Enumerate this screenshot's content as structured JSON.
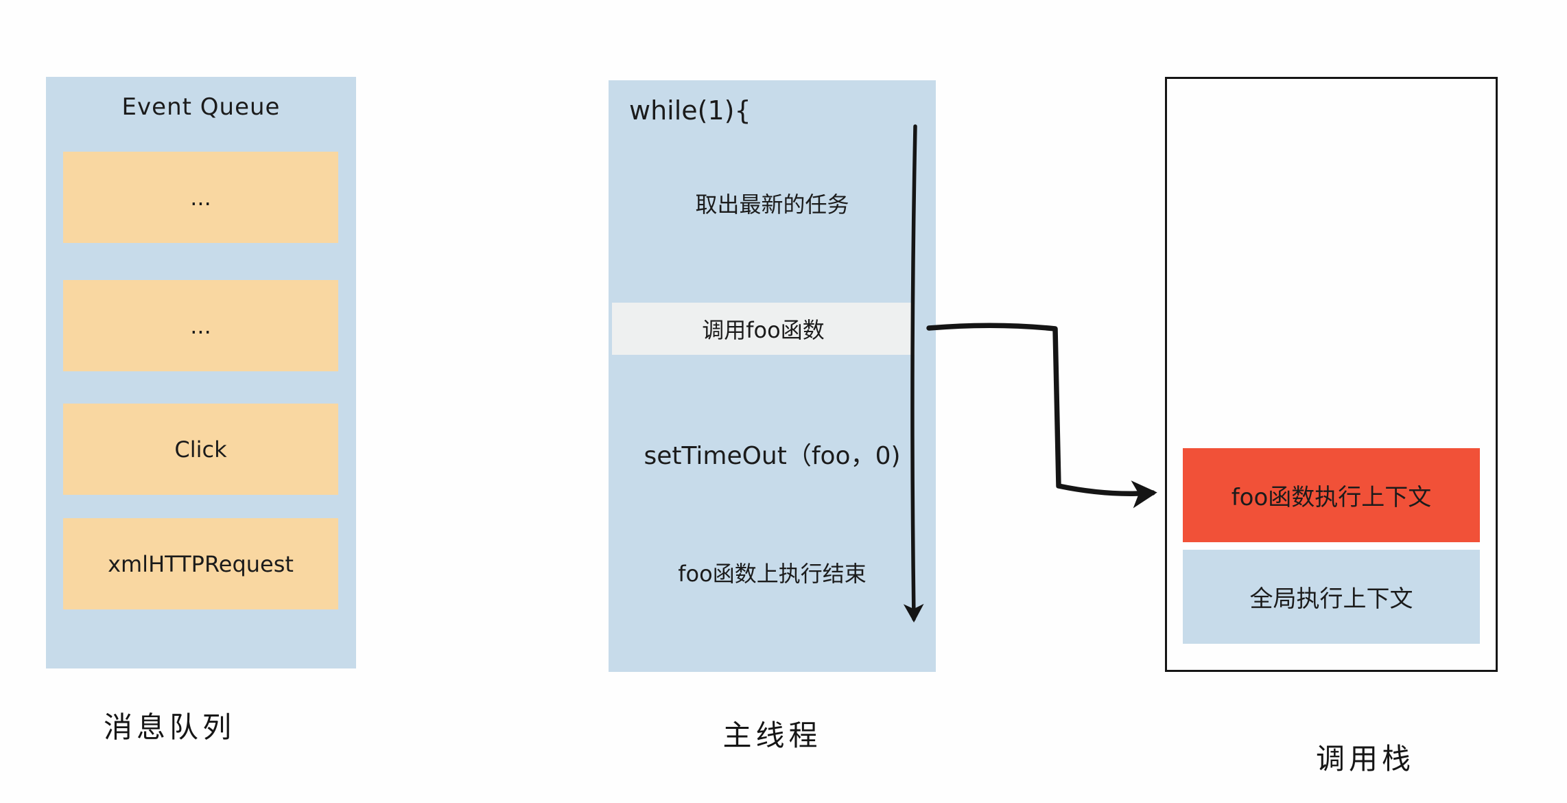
{
  "event_queue": {
    "title": "Event Queue",
    "items": [
      "...",
      "...",
      "Click",
      "xmlHTTPRequest"
    ],
    "caption": "消息队列"
  },
  "main_thread": {
    "loop_header": "while(1){",
    "steps": {
      "fetch_task": "取出最新的任务",
      "call_foo": "调用foo函数",
      "set_timeout": "setTimeOut（foo，0)",
      "foo_end": "foo函数上执行结束"
    },
    "caption": "主线程"
  },
  "call_stack": {
    "frames": [
      {
        "label": "foo函数执行上下文",
        "role": "foo-context"
      },
      {
        "label": "全局执行上下文",
        "role": "global-context"
      }
    ],
    "caption": "调用栈"
  },
  "colors": {
    "panel_blue": "#c7dbea",
    "item_orange": "#f9d7a1",
    "frame_red": "#f15138",
    "band_gray": "#eef0f0",
    "ink": "#151515"
  }
}
